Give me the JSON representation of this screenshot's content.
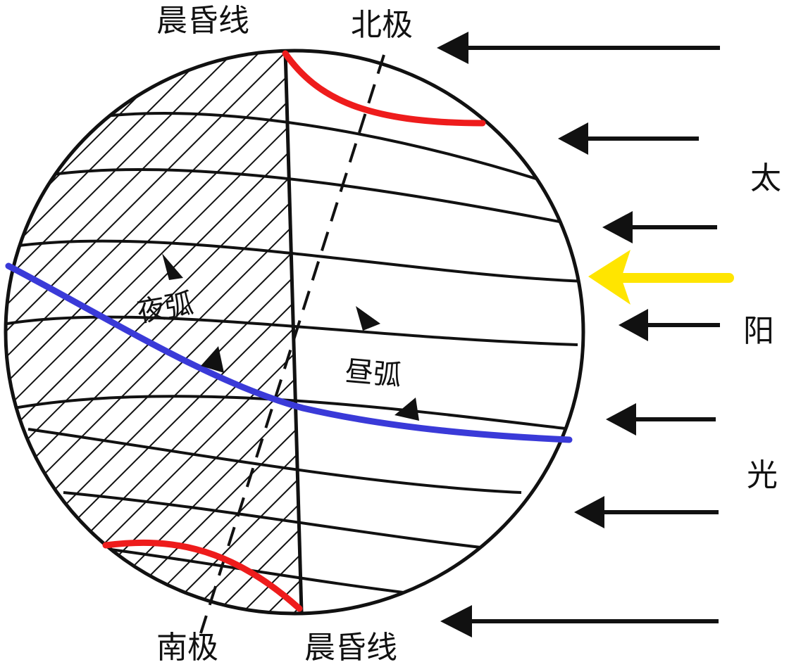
{
  "labels": {
    "terminator_top": "晨昏线",
    "north_pole": "北极",
    "south_pole": "南极",
    "terminator_bottom": "晨昏线",
    "night_arc": "夜弧",
    "day_arc": "昼弧",
    "sunlight": [
      "太",
      "阳",
      "光"
    ]
  },
  "colors": {
    "outline": "#111111",
    "equator": "#3a3ad8",
    "polar_circle": "#ee1c1c",
    "direct_ray": "#ffe500",
    "background": "#ffffff"
  },
  "icons": {
    "sun_ray_arrow": "left-arrow",
    "direct_sun_ray_arrow": "left-arrow-yellow"
  }
}
